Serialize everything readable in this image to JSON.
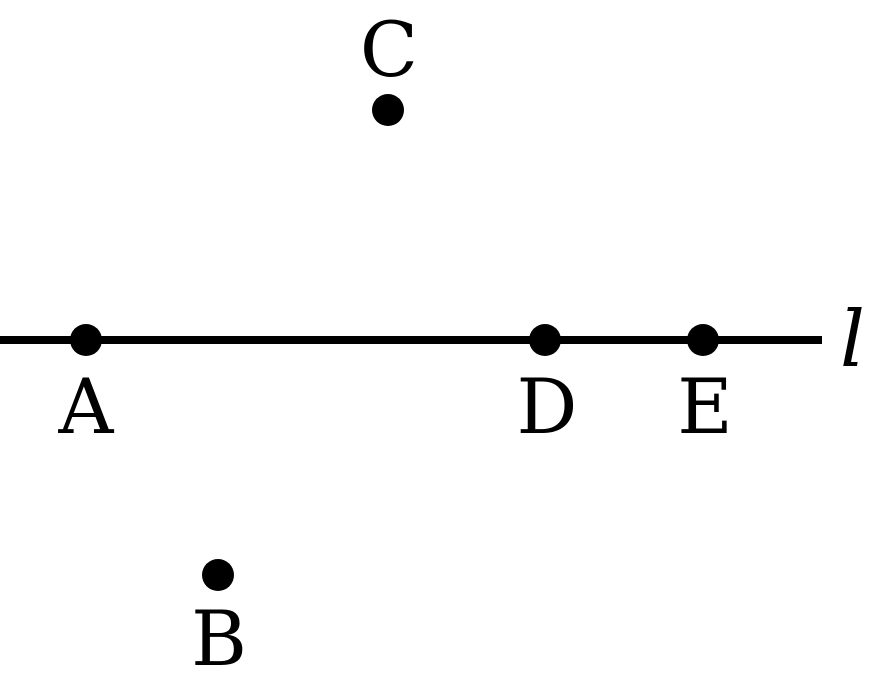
{
  "points": [
    {
      "label": "A"
    },
    {
      "label": "B"
    },
    {
      "label": "C"
    },
    {
      "label": "D"
    },
    {
      "label": "E"
    }
  ],
  "line": {
    "label": "l"
  },
  "colors": {
    "ink": "#000000",
    "background": "#ffffff"
  }
}
